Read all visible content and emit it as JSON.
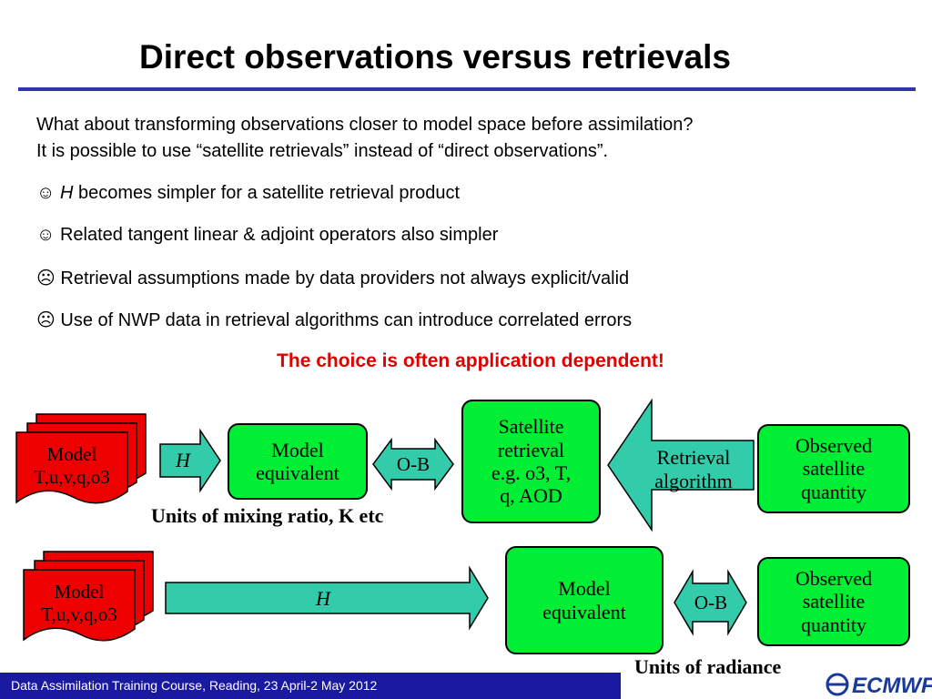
{
  "title": "Direct observations versus retrievals",
  "intro": {
    "line1": "What about transforming observations closer to model space before assimilation?",
    "line2": "It is possible to use “satellite retrievals” instead of “direct observations”."
  },
  "bullets": [
    {
      "icon": "smiley-icon",
      "symbol": "☺",
      "italic": "H",
      "text": " becomes simpler for a satellite retrieval product"
    },
    {
      "icon": "smiley-icon",
      "symbol": "☺",
      "italic": "",
      "text": "Related tangent linear & adjoint operators also simpler"
    },
    {
      "icon": "frown-icon",
      "symbol": "☹",
      "italic": "",
      "text": "Retrieval assumptions made by data providers not always explicit/valid"
    },
    {
      "icon": "frown-icon",
      "symbol": "☹",
      "italic": "",
      "text": "Use of NWP data in retrieval algorithms can introduce correlated errors"
    }
  ],
  "choice": "The choice is often application dependent!",
  "diagram1": {
    "model_line1": "Model",
    "model_line2": "T,u,v,q,o3",
    "h_label": "H",
    "model_equiv_line1": "Model",
    "model_equiv_line2": "equivalent",
    "ob_label": "O-B",
    "retrieval_line1": "Satellite",
    "retrieval_line2": "retrieval",
    "retrieval_line3": "e.g. o3, T,",
    "retrieval_line4": "q, AOD",
    "algorithm_line1": "Retrieval",
    "algorithm_line2": "algorithm",
    "observed_line1": "Observed",
    "observed_line2": "satellite",
    "observed_line3": "quantity",
    "units": "Units of mixing ratio, K etc"
  },
  "diagram2": {
    "model_line1": "Model",
    "model_line2": "T,u,v,q,o3",
    "h_label": "H",
    "model_equiv_line1": "Model",
    "model_equiv_line2": "equivalent",
    "ob_label": "O-B",
    "observed_line1": "Observed",
    "observed_line2": "satellite",
    "observed_line3": "quantity",
    "units": "Units of radiance"
  },
  "footer": {
    "text": "Data Assimilation Training Course, Reading, 23 April-2 May 2012",
    "logo": "ECMWF"
  },
  "colors": {
    "accent_rule": "#3333aa",
    "choice_red": "#e00000",
    "box_green": "#00ee33",
    "arrow_teal": "#33ccaa",
    "doc_red": "#ee0000",
    "footer_blue": "#1a1aa0"
  }
}
